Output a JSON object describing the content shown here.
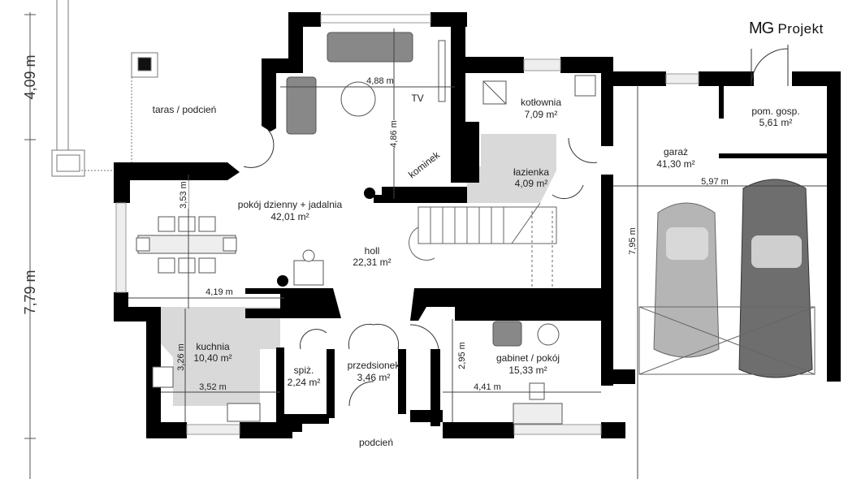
{
  "logo": {
    "brand": "MG",
    "name": "Projekt"
  },
  "overall_dimensions": {
    "upper": "4,09 m",
    "lower": "7,79 m"
  },
  "rooms": {
    "taras": {
      "name": "taras / podcień"
    },
    "living": {
      "name": "pokój dzienny + jadalnia",
      "area": "42,01 m²"
    },
    "holl": {
      "name": "holl",
      "area": "22,31 m²"
    },
    "tv": {
      "name": "TV"
    },
    "kominek": {
      "name": "kominek"
    },
    "kotlownia": {
      "name": "kotłownia",
      "area": "7,09 m²"
    },
    "lazienka": {
      "name": "łazienka",
      "area": "4,09 m²"
    },
    "garaz": {
      "name": "garaż",
      "area": "41,30 m²"
    },
    "pom_gosp": {
      "name": "pom. gosp.",
      "area": "5,61 m²"
    },
    "kuchnia": {
      "name": "kuchnia",
      "area": "10,40 m²"
    },
    "spiz": {
      "name": "spiż.",
      "area": "2,24 m²"
    },
    "przedsionek": {
      "name": "przedsionek",
      "area": "3,46 m²"
    },
    "podcien": {
      "name": "podcień"
    },
    "gabinet": {
      "name": "gabinet / pokój",
      "area": "15,33 m²"
    }
  },
  "dimensions": {
    "living_width": "4,88 m",
    "living_depth": "4,86 m",
    "dining_depth": "3,53 m",
    "dining_width": "4,19 m",
    "garage_width": "5,97 m",
    "garage_depth": "7,95 m",
    "kitchen_depth": "3,26 m",
    "kitchen_width": "3,52 m",
    "office_depth": "2,95 m",
    "office_width": "4,41 m"
  },
  "colors": {
    "wall": "#000000",
    "tile": "#d9d9d9",
    "furniture": "#888888",
    "car_light": "#b5b5b5",
    "car_dark": "#6e6e6e"
  }
}
